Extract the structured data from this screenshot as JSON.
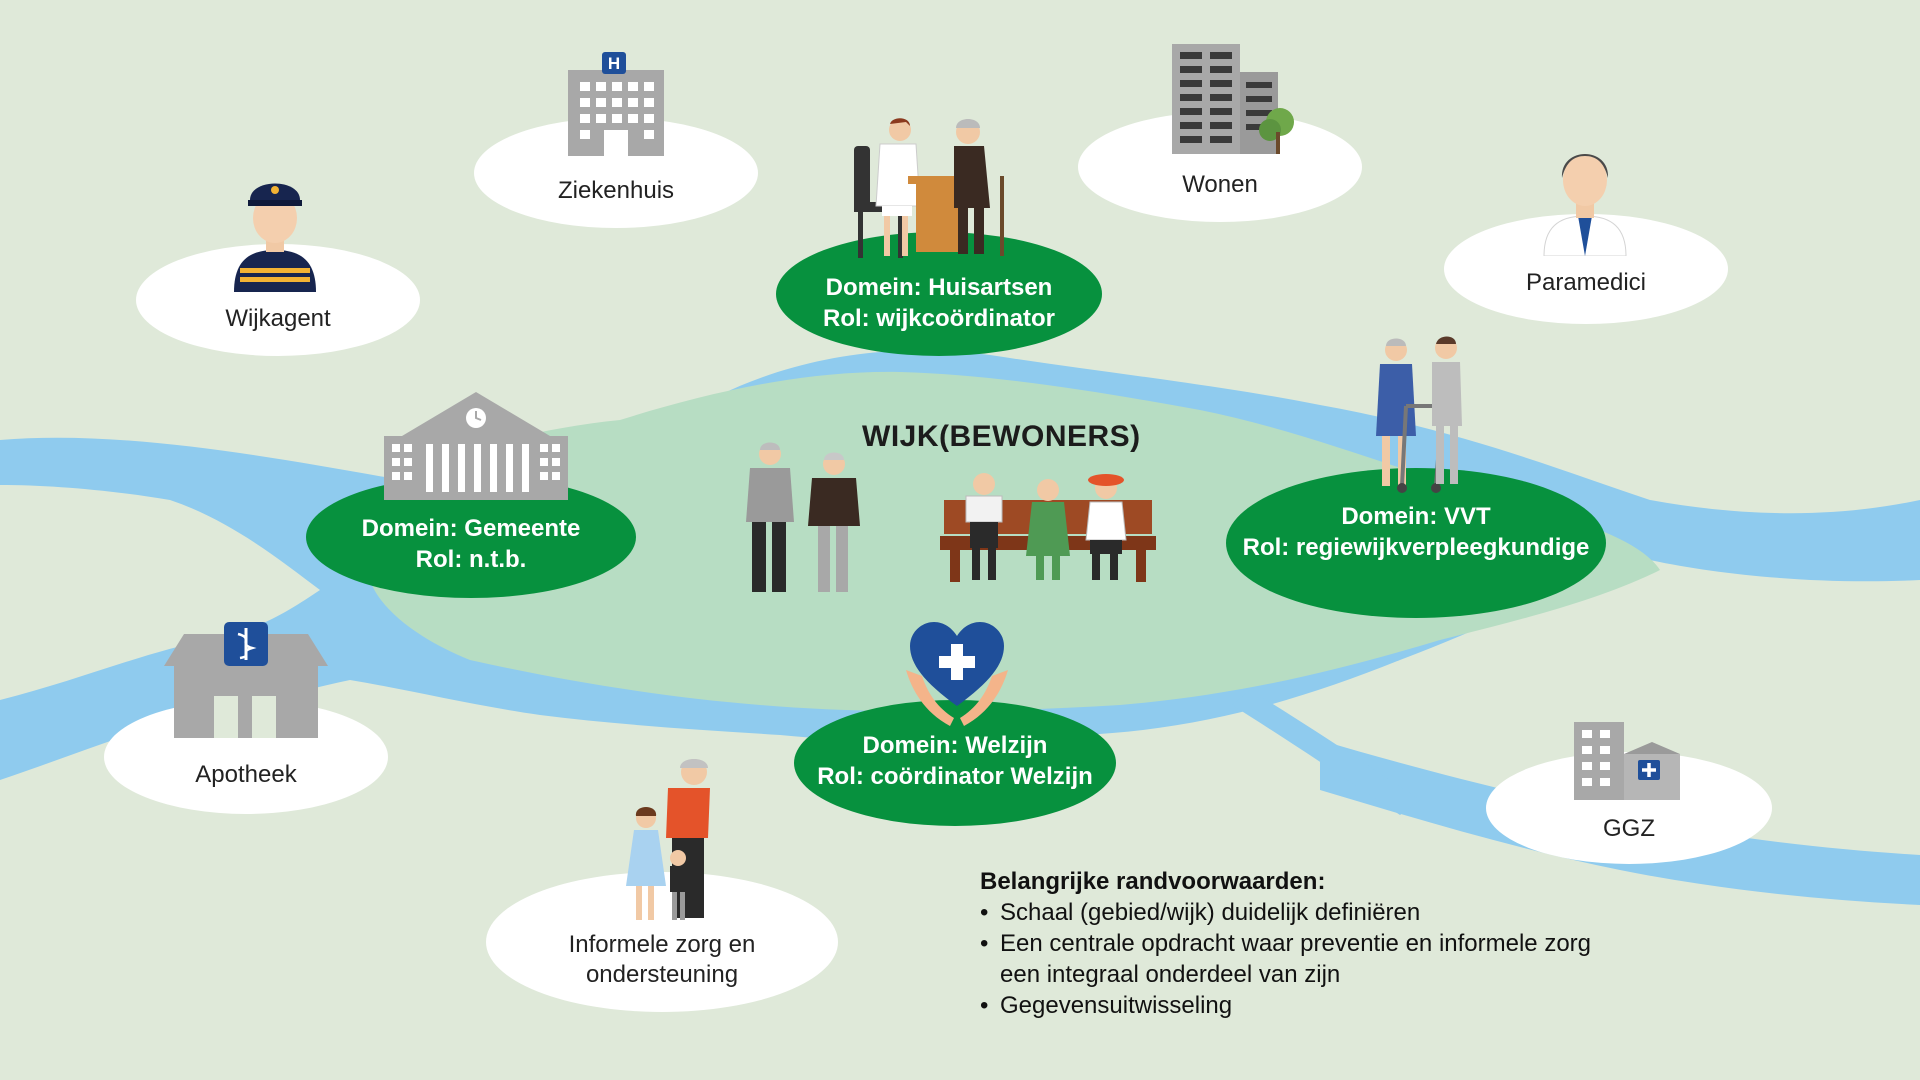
{
  "center": {
    "title": "WIJK(BEWONERS)"
  },
  "nodes": {
    "ziekenhuis": "Ziekenhuis",
    "wonen": "Wonen",
    "wijkagent": "Wijkagent",
    "paramedici": "Paramedici",
    "apotheek": "Apotheek",
    "ggz": "GGZ",
    "informele_1": "Informele zorg en",
    "informele_2": "ondersteuning"
  },
  "domains": {
    "huisartsen": {
      "line1": "Domein: Huisartsen",
      "line2": "Rol: wijkcoördinator"
    },
    "gemeente": {
      "line1": "Domein: Gemeente",
      "line2": "Rol: n.t.b."
    },
    "vvt": {
      "line1": "Domein: VVT",
      "line2": "Rol: regiewijkverpleegkundige"
    },
    "welzijn": {
      "line1": "Domein: Welzijn",
      "line2": "Rol: coördinator Welzijn"
    }
  },
  "icons": {
    "hospital_letter": "H",
    "hospital": "hospital-building-icon",
    "apartments": "apartment-buildings-icon",
    "police": "police-officer-icon",
    "paramedic": "paramedic-person-icon",
    "pharmacy": "pharmacy-building-icon",
    "mental_health": "ggz-building-icon",
    "town_hall": "town-hall-icon",
    "doctor": "doctor-consultation-icon",
    "nurse": "nurse-with-walker-icon",
    "welfare": "heart-hands-icon",
    "family": "informal-care-family-icon",
    "residents_walking": "elderly-walking-icon",
    "residents_bench": "bench-residents-icon"
  },
  "conditions": {
    "title": "Belangrijke randvoorwaarden:",
    "items": [
      "Schaal (gebied/wijk) duidelijk definiëren",
      "Een centrale opdracht waar preventie en informele zorg",
      "een integraal onderdeel van zijn",
      "Gegevensuitwisseling"
    ]
  },
  "colors": {
    "background": "#dfe9d9",
    "water": "#8fcbee",
    "district": "#b7ddc3",
    "domain_green": "#07913e",
    "icon_gray": "#a8a8a8",
    "accent_blue": "#1f4f9a"
  }
}
